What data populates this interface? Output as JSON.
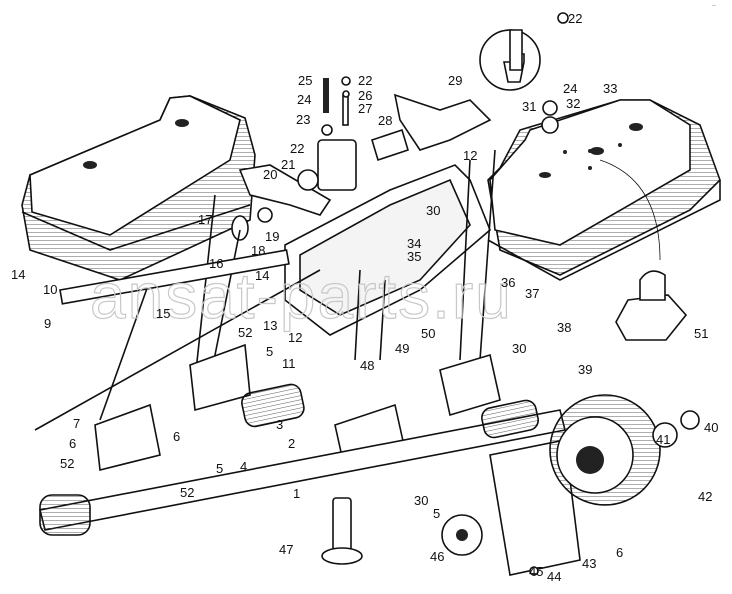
{
  "watermark": "ansat-parts.ru",
  "corner_mark": "~",
  "callouts": [
    "22",
    "25",
    "22",
    "24",
    "26",
    "27",
    "29",
    "24",
    "31",
    "32",
    "33",
    "23",
    "28",
    "22",
    "21",
    "20",
    "12",
    "17",
    "19",
    "18",
    "16",
    "14",
    "10",
    "30",
    "14",
    "34",
    "35",
    "36",
    "37",
    "15",
    "9",
    "13",
    "52",
    "5",
    "12",
    "11",
    "50",
    "48",
    "49",
    "30",
    "38",
    "51",
    "39",
    "7",
    "6",
    "52",
    "6",
    "3",
    "5",
    "4",
    "2",
    "52",
    "1",
    "40",
    "41",
    "42",
    "30",
    "5",
    "47",
    "46",
    "45",
    "44",
    "43",
    "6"
  ]
}
